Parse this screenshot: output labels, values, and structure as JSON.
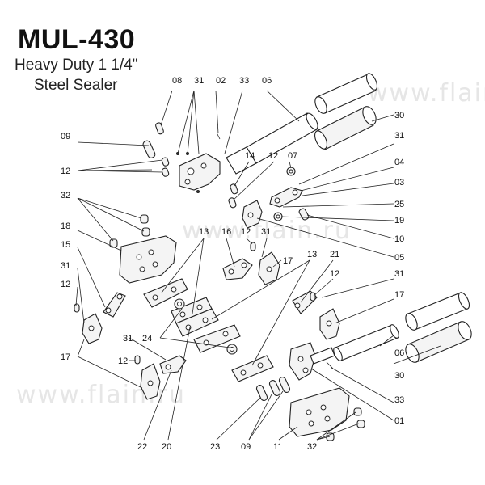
{
  "title": "MUL-430",
  "subtitle_line1": "Heavy Duty 1 1/4\"",
  "subtitle_line2": "Steel Sealer",
  "watermark": "www.flain.ru",
  "labels": {
    "l08": "08",
    "l31a": "31",
    "l02": "02",
    "l33a": "33",
    "l06a": "06",
    "l30a": "30",
    "l31b": "31",
    "l04": "04",
    "l03": "03",
    "l25": "25",
    "l19": "19",
    "l10": "10",
    "l05": "05",
    "l09a": "09",
    "l12a": "12",
    "l32a": "32",
    "l18": "18",
    "l15": "15",
    "l31c": "31",
    "l12b": "12",
    "l17a": "17",
    "l14": "14",
    "l12c": "12",
    "l07": "07",
    "l13a": "13",
    "l16": "16",
    "l12d": "12",
    "l31d": "31",
    "l17b": "17",
    "l13b": "13",
    "l21": "21",
    "l12e": "12",
    "l31e": "31",
    "l17c": "17",
    "l31f": "31",
    "l24": "24",
    "l12f": "12",
    "l06b": "06",
    "l30b": "30",
    "l33b": "33",
    "l01": "01",
    "l22": "22",
    "l20": "20",
    "l23": "23",
    "l09b": "09",
    "l11": "11",
    "l32b": "32"
  }
}
